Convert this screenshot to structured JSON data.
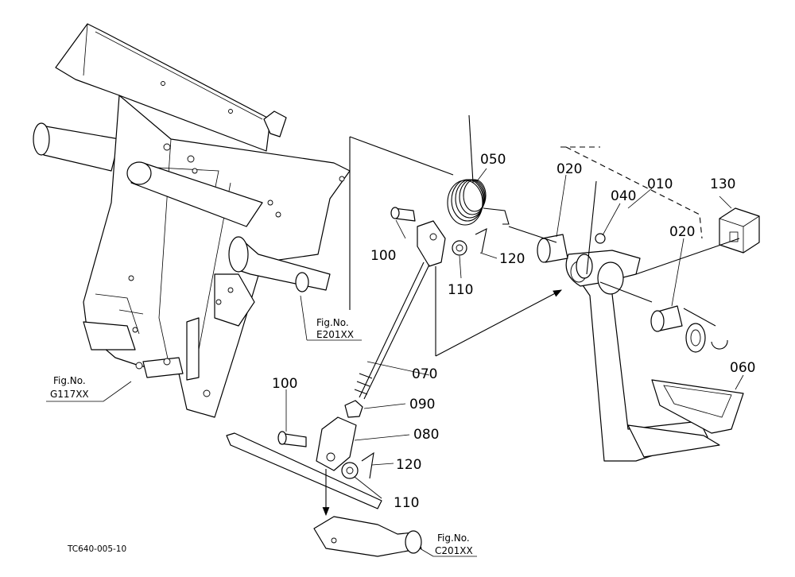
{
  "diagram": {
    "drawing_code": "TC640-005-10",
    "part_labels": {
      "p010": "010",
      "p020a": "020",
      "p020b": "020",
      "p040": "040",
      "p050": "050",
      "p060": "060",
      "p070": "070",
      "p080": "080",
      "p090": "090",
      "p100a": "100",
      "p100b": "100",
      "p110a": "110",
      "p110b": "110",
      "p120a": "120",
      "p120b": "120",
      "p130": "130"
    },
    "figure_refs": {
      "e201": {
        "prefix": "Fig.No.",
        "code": "E201XX"
      },
      "g117": {
        "prefix": "Fig.No.",
        "code": "G117XX"
      },
      "c201": {
        "prefix": "Fig.No.",
        "code": "C201XX"
      }
    }
  }
}
